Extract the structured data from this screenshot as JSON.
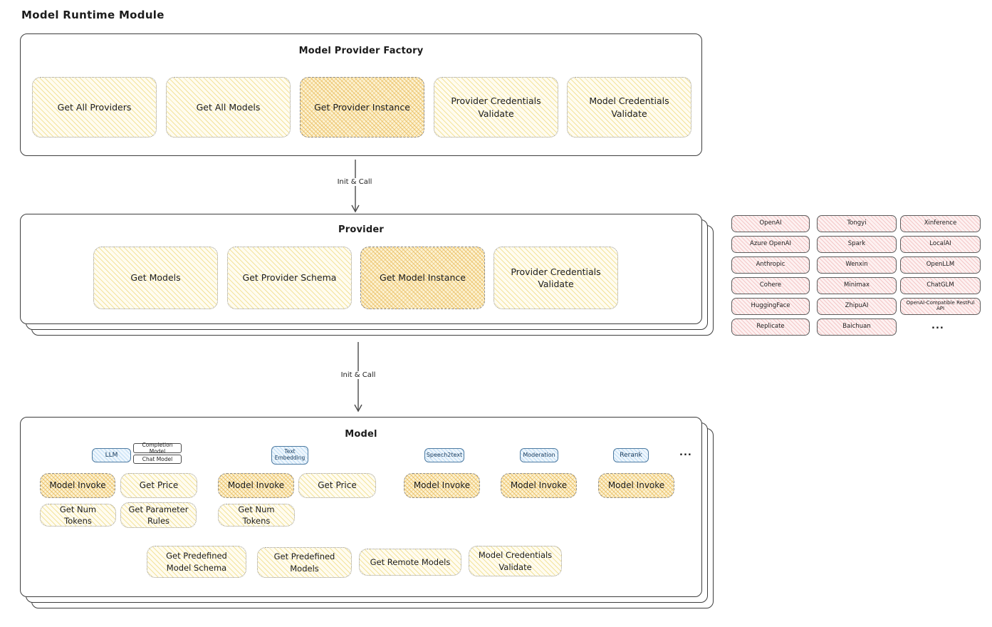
{
  "title": "Model Runtime Module",
  "palette": {
    "yellow_fill": "#fff9db",
    "orange_fill": "#f6d77a",
    "pink_fill": "#fde3e3",
    "blue_fill": "#dcecfb",
    "stroke": "#3d3d3d"
  },
  "factory": {
    "title": "Model Provider Factory",
    "boxes": [
      "Get All Providers",
      "Get All Models",
      "Get Provider Instance",
      "Provider Credentials Validate",
      "Model Credentials Validate"
    ]
  },
  "arrow1": {
    "label": "Init & Call"
  },
  "arrow2": {
    "label": "Init & Call"
  },
  "provider": {
    "title": "Provider",
    "boxes": [
      "Get Models",
      "Get Provider Schema",
      "Get Model Instance",
      "Provider Credentials Validate"
    ]
  },
  "providers": {
    "col1": [
      "OpenAI",
      "Azure OpenAI",
      "Anthropic",
      "Cohere",
      "HuggingFace",
      "Replicate"
    ],
    "col2": [
      "Tongyi",
      "Spark",
      "Wenxin",
      "Minimax",
      "ZhipuAI",
      "Baichuan"
    ],
    "col3": [
      "Xinference",
      "LocalAI",
      "OpenLLM",
      "ChatGLM",
      "OpenAI-Compatible RestFul API"
    ],
    "more": "..."
  },
  "model": {
    "title": "Model",
    "tags": {
      "llm": "LLM",
      "completion": "Completion Model",
      "chat": "Chat Model",
      "text_embedding": "Text Embedding",
      "speech2text": "Speech2text",
      "moderation": "Moderation",
      "rerank": "Rerank",
      "more": "..."
    },
    "ops": {
      "model_invoke": "Model Invoke",
      "get_price": "Get Price",
      "get_num_tokens": "Get Num Tokens",
      "get_parameter_rules": "Get Parameter Rules",
      "get_predefined_model_schema": "Get Predefined Model Schema",
      "get_predefined_models": "Get Predefined Models",
      "get_remote_models": "Get Remote Models",
      "model_credentials_validate": "Model Credentials Validate"
    }
  }
}
